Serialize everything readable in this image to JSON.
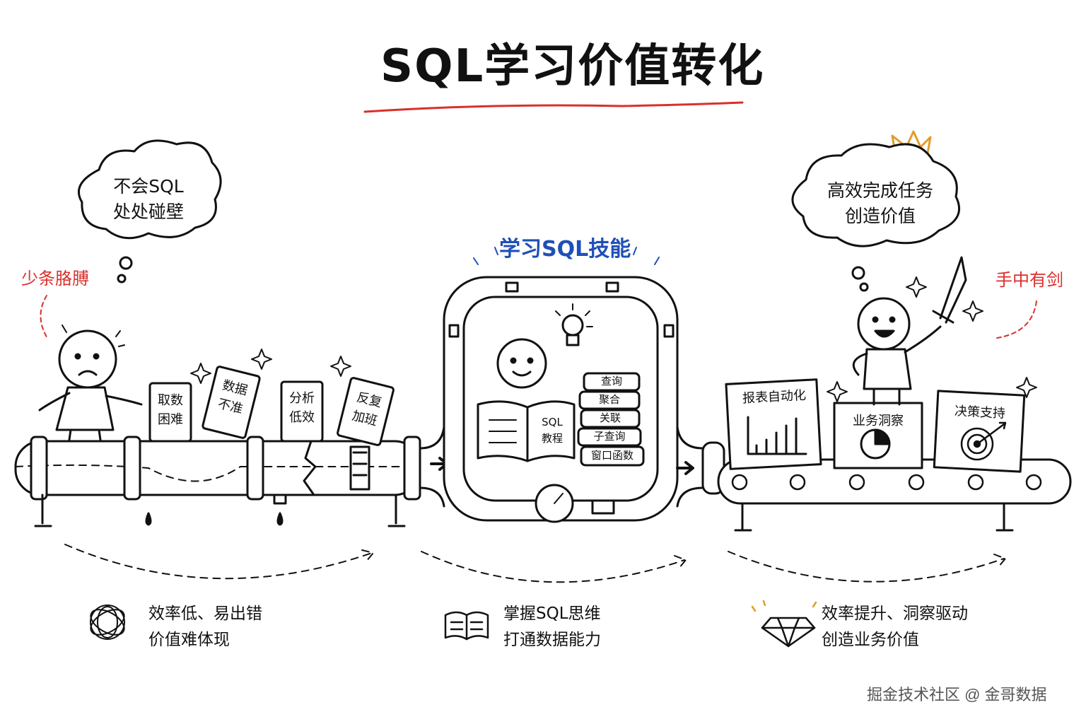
{
  "title": "SQL学习价值转化",
  "left": {
    "thought_line1": "不会SQL",
    "thought_line2": "处处碰壁",
    "side_note": "少条胳膊",
    "cards": [
      "取数\n困难",
      "数据\n不准",
      "分析\n低效",
      "反复\n加班"
    ],
    "caption_line1": "效率低、易出错",
    "caption_line2": "价值难体现"
  },
  "middle": {
    "heading": "学习SQL技能",
    "book_line1": "SQL",
    "book_line2": "教程",
    "topics": [
      "查询",
      "聚合",
      "关联",
      "子查询",
      "窗口函数"
    ],
    "caption_line1": "掌握SQL思维",
    "caption_line2": "打通数据能力"
  },
  "right": {
    "thought_line1": "高效完成任务",
    "thought_line2": "创造价值",
    "side_note": "手中有剑",
    "cards": [
      "报表自动化",
      "业务洞察",
      "决策支持"
    ],
    "caption_line1": "效率提升、洞察驱动",
    "caption_line2": "创造业务价值"
  },
  "watermark": "掘金技术社区 @ 金哥数据",
  "colors": {
    "ink": "#111111",
    "accent_red": "#d9302c",
    "accent_blue": "#1f4fb8",
    "crown": "#e39b2b"
  },
  "icons": [
    "tangle-icon",
    "book-icon",
    "diamond-icon",
    "lightbulb-icon",
    "gauge-icon",
    "crown-icon",
    "sword-icon"
  ]
}
